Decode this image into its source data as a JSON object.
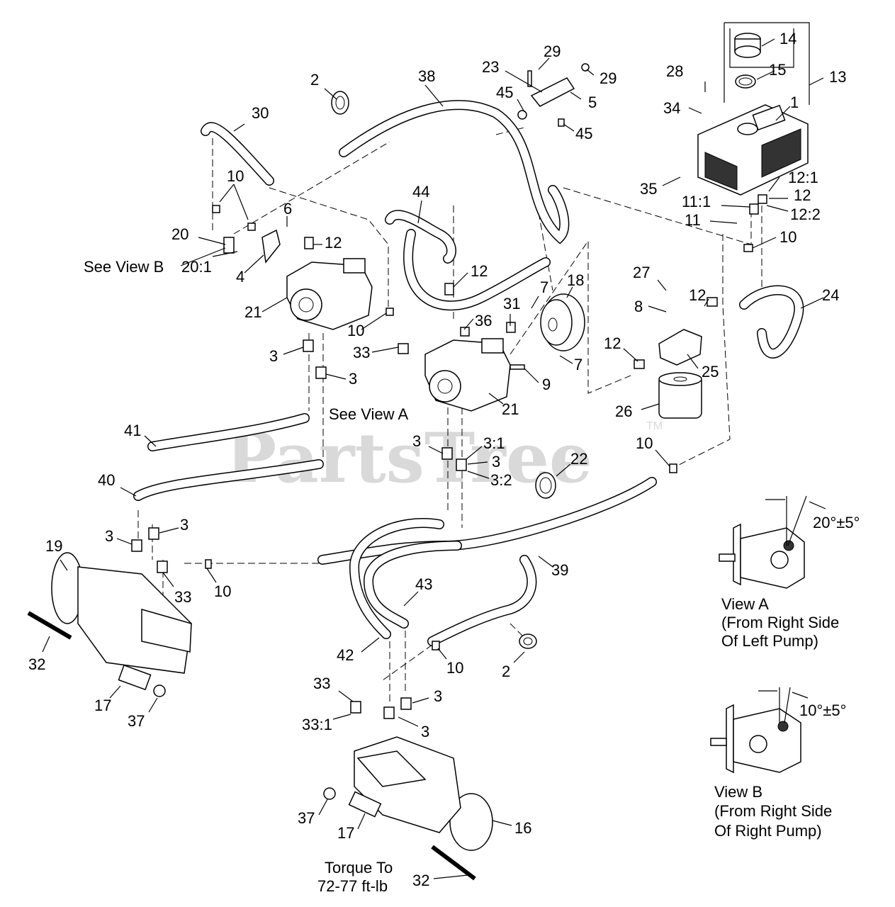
{
  "watermark": {
    "text": "PartsTree",
    "tm": "TM"
  },
  "callouts": [
    {
      "id": "c2a",
      "text": "2"
    },
    {
      "id": "c38",
      "text": "38"
    },
    {
      "id": "c23",
      "text": "23"
    },
    {
      "id": "c29a",
      "text": "29"
    },
    {
      "id": "c29b",
      "text": "29"
    },
    {
      "id": "c45a",
      "text": "45"
    },
    {
      "id": "c5",
      "text": "5"
    },
    {
      "id": "c45b",
      "text": "45"
    },
    {
      "id": "c14",
      "text": "14"
    },
    {
      "id": "c15",
      "text": "15"
    },
    {
      "id": "c13",
      "text": "13"
    },
    {
      "id": "c28",
      "text": "28"
    },
    {
      "id": "c34",
      "text": "34"
    },
    {
      "id": "c1",
      "text": "1"
    },
    {
      "id": "c35",
      "text": "35"
    },
    {
      "id": "c30",
      "text": "30"
    },
    {
      "id": "c10a",
      "text": "10"
    },
    {
      "id": "c6",
      "text": "6"
    },
    {
      "id": "c20",
      "text": "20"
    },
    {
      "id": "c12a",
      "text": "12"
    },
    {
      "id": "c201",
      "text": "20:1"
    },
    {
      "id": "c4",
      "text": "4"
    },
    {
      "id": "c21a",
      "text": "21"
    },
    {
      "id": "c44",
      "text": "44"
    },
    {
      "id": "c12b",
      "text": "12"
    },
    {
      "id": "c10b",
      "text": "10"
    },
    {
      "id": "c3a",
      "text": "3"
    },
    {
      "id": "c3b",
      "text": "3"
    },
    {
      "id": "c33a",
      "text": "33"
    },
    {
      "id": "c36",
      "text": "36"
    },
    {
      "id": "c31",
      "text": "31"
    },
    {
      "id": "c7a",
      "text": "7"
    },
    {
      "id": "c18",
      "text": "18"
    },
    {
      "id": "c7b",
      "text": "7"
    },
    {
      "id": "c9",
      "text": "9"
    },
    {
      "id": "c21b",
      "text": "21"
    },
    {
      "id": "c121",
      "text": "12:1"
    },
    {
      "id": "c12c",
      "text": "12"
    },
    {
      "id": "c111",
      "text": "11:1"
    },
    {
      "id": "c122",
      "text": "12:2"
    },
    {
      "id": "c11",
      "text": "11"
    },
    {
      "id": "c10c",
      "text": "10"
    },
    {
      "id": "c27",
      "text": "27"
    },
    {
      "id": "c8",
      "text": "8"
    },
    {
      "id": "c12d",
      "text": "12"
    },
    {
      "id": "c24",
      "text": "24"
    },
    {
      "id": "c12e",
      "text": "12"
    },
    {
      "id": "c25",
      "text": "25"
    },
    {
      "id": "c26",
      "text": "26"
    },
    {
      "id": "c41",
      "text": "41"
    },
    {
      "id": "c3c",
      "text": "3"
    },
    {
      "id": "c31x",
      "text": "3:1"
    },
    {
      "id": "c3d",
      "text": "3"
    },
    {
      "id": "c32x",
      "text": "3:2"
    },
    {
      "id": "c22",
      "text": "22"
    },
    {
      "id": "c10d",
      "text": "10"
    },
    {
      "id": "c40",
      "text": "40"
    },
    {
      "id": "c3e",
      "text": "3"
    },
    {
      "id": "c3f",
      "text": "3"
    },
    {
      "id": "c19",
      "text": "19"
    },
    {
      "id": "c33b",
      "text": "33"
    },
    {
      "id": "c10e",
      "text": "10"
    },
    {
      "id": "c39",
      "text": "39"
    },
    {
      "id": "c43",
      "text": "43"
    },
    {
      "id": "c32a",
      "text": "32"
    },
    {
      "id": "c42",
      "text": "42"
    },
    {
      "id": "c10f",
      "text": "10"
    },
    {
      "id": "c2b",
      "text": "2"
    },
    {
      "id": "c17a",
      "text": "17"
    },
    {
      "id": "c37a",
      "text": "37"
    },
    {
      "id": "c33c",
      "text": "33"
    },
    {
      "id": "c3g",
      "text": "3"
    },
    {
      "id": "c331",
      "text": "33:1"
    },
    {
      "id": "c3h",
      "text": "3"
    },
    {
      "id": "c37b",
      "text": "37"
    },
    {
      "id": "c16",
      "text": "16"
    },
    {
      "id": "c17b",
      "text": "17"
    },
    {
      "id": "c32b",
      "text": "32"
    }
  ],
  "notes": {
    "see_view_b": "See View B",
    "see_view_a": "See View A",
    "torque_line1": "Torque To",
    "torque_line2": "72-77 ft-lb"
  },
  "view_a": {
    "angle": "20°±5°",
    "title": "View A",
    "line2": "(From Right Side",
    "line3": "Of Left Pump)"
  },
  "view_b": {
    "angle": "10°±5°",
    "title": "View B",
    "line2": "(From Right Side",
    "line3": "Of Right Pump)"
  }
}
